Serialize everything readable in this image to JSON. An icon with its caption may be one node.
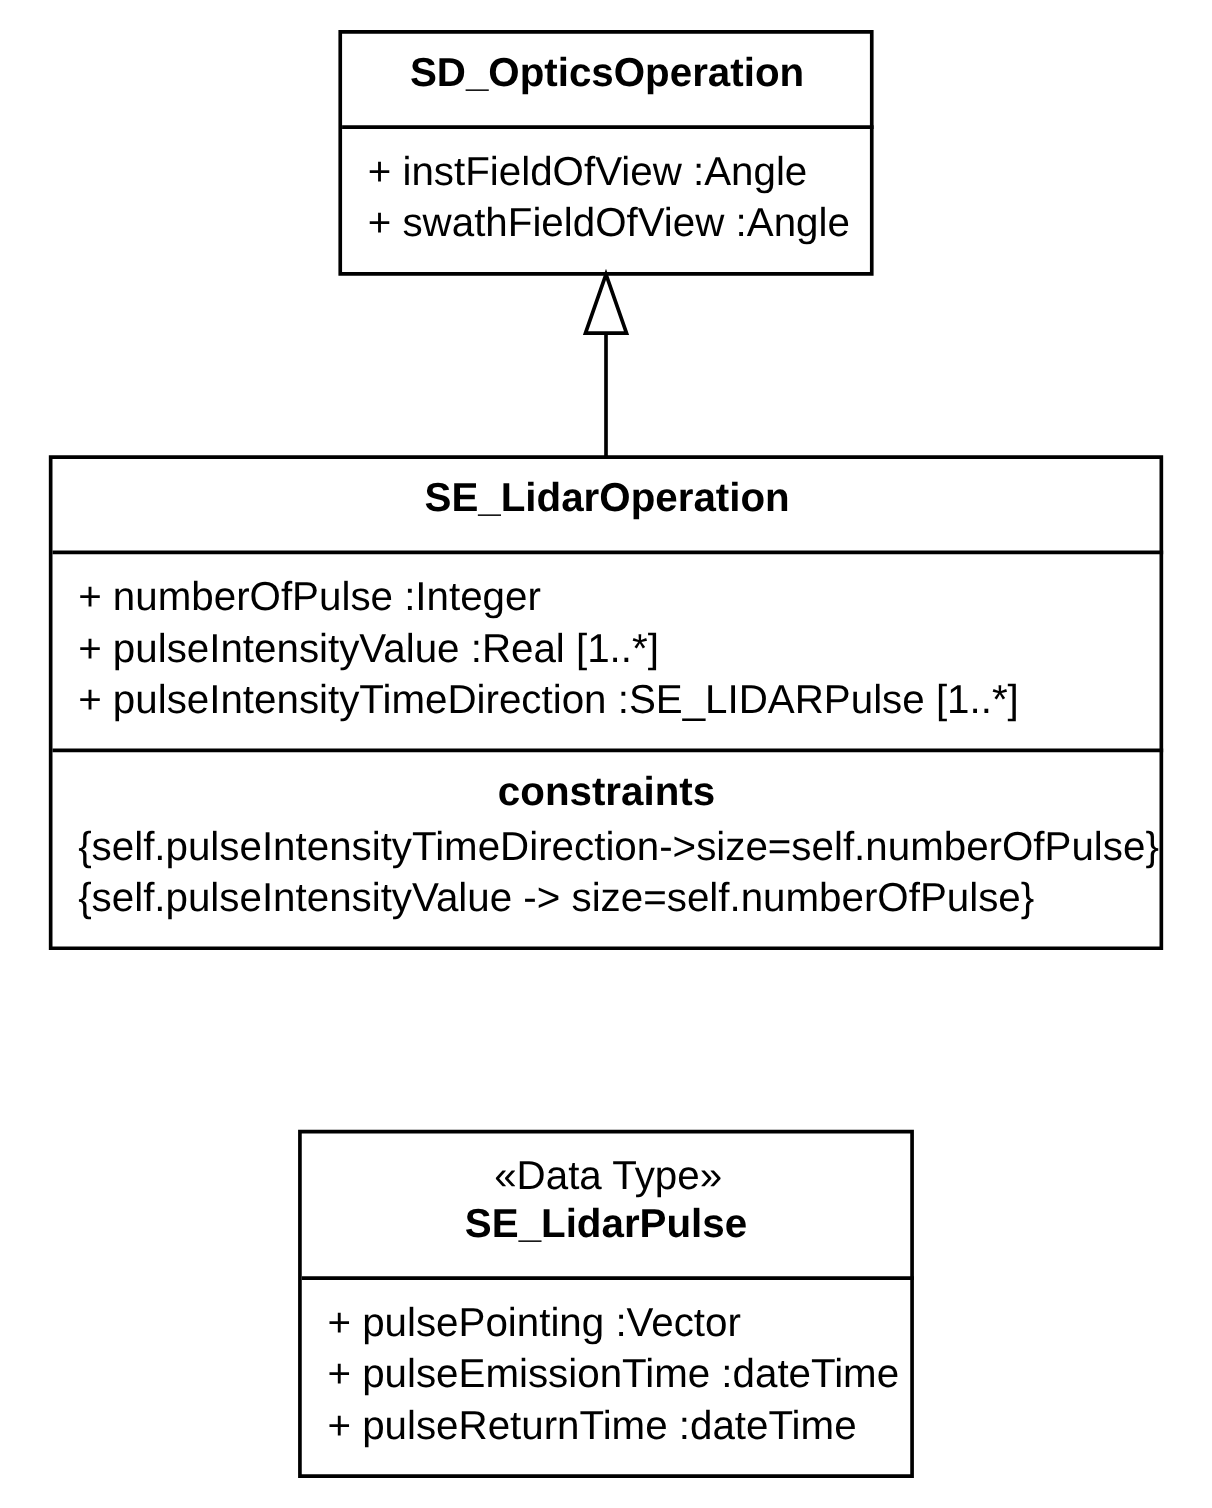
{
  "diagram": {
    "nodes": [
      {
        "text": [
          "SD_OpticsOperation",
          "+ instFieldOfView :Angle",
          "+ swathFieldOfView :Angle"
        ]
      },
      {
        "text": [
          "SE_LidarOperation",
          "+ numberOfPulse :Integer",
          "+ pulseIntensityValue :Real [1..*]",
          "+ pulseIntensityTimeDirection :SE_LIDARPulse [1..*]",
          "constraints",
          "{self.pulseIntensityTimeDirection->size=self.numberOfPulse}",
          "{self.pulseIntensityValue -> size=self.numberOfPulse}"
        ]
      },
      {
        "text": [
          "«Data Type»",
          "SE_LidarPulse",
          "+ pulsePointing :Vector",
          "+ pulseEmissionTime :dateTime",
          "+ pulseReturnTime :dateTime"
        ]
      }
    ],
    "edges": [
      {
        "from": 1,
        "to": 0,
        "arrow": "to"
      }
    ]
  }
}
